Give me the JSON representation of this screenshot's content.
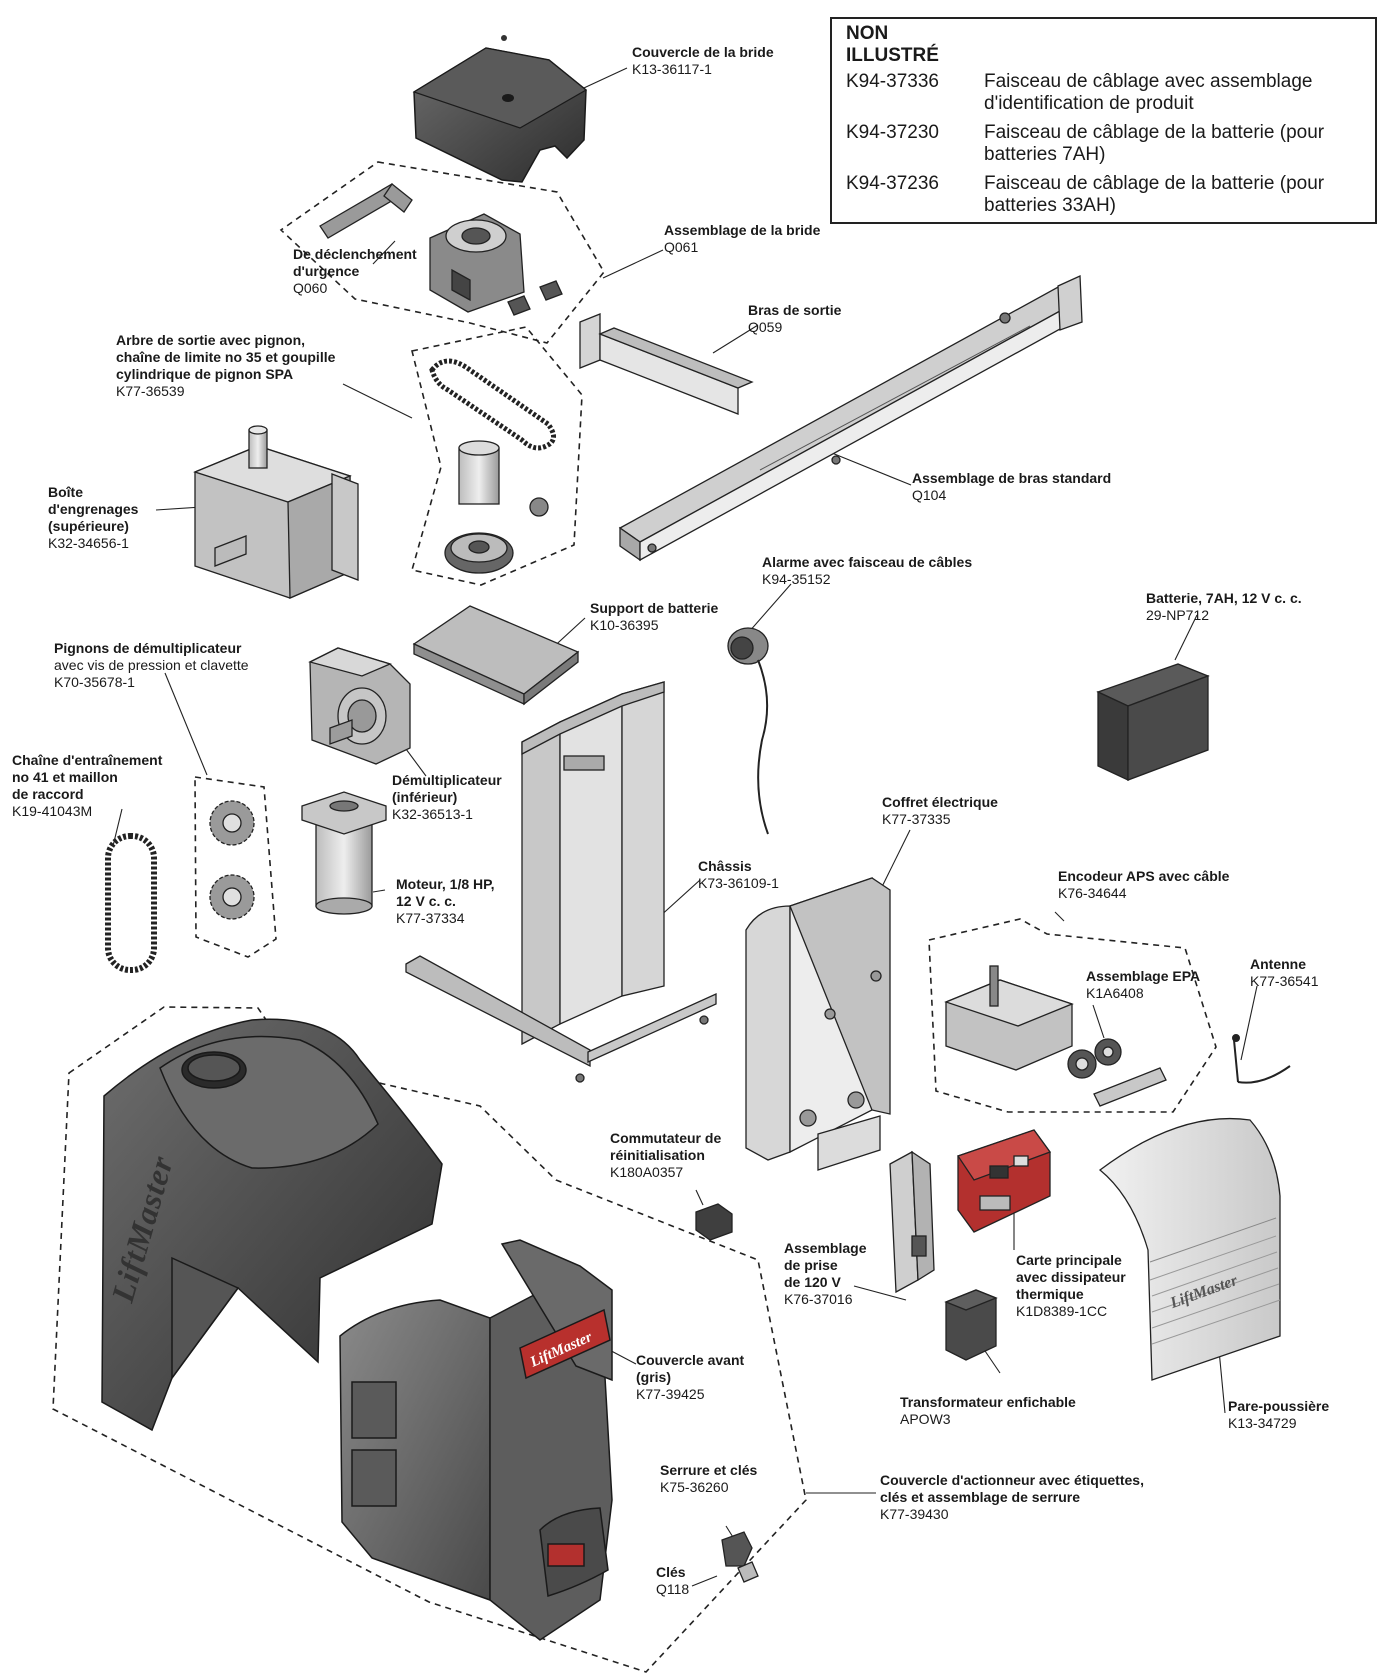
{
  "legend": {
    "title_line1": "NON",
    "title_line2": "ILLUSTRÉ",
    "rows": [
      {
        "code": "K94-37336",
        "desc": "Faisceau de câblage avec assemblage d'identification de produit"
      },
      {
        "code": "K94-37230",
        "desc": "Faisceau de câblage de la batterie (pour batteries 7AH)"
      },
      {
        "code": "K94-37236",
        "desc": "Faisceau de câblage de la batterie (pour batteries 33AH)"
      }
    ]
  },
  "brand": "LiftMaster",
  "parts": {
    "bride_cover": {
      "name": "Couvercle de la bride",
      "part": "K13-36117-1"
    },
    "bride_assembly": {
      "name": "Assemblage de la bride",
      "part": "Q061"
    },
    "emergency_release": {
      "name1": "De déclenchement",
      "name2": "d'urgence",
      "part": "Q060"
    },
    "output_arm": {
      "name": "Bras de sortie",
      "part": "Q059"
    },
    "output_shaft": {
      "name1": "Arbre de sortie avec pignon,",
      "name2": "chaîne de limite no 35 et goupille",
      "name3": "cylindrique de pignon SPA",
      "part": "K77-36539"
    },
    "gearbox_upper": {
      "name1": "Boîte",
      "name2": "d'engrenages",
      "name3": "(supérieure)",
      "part": "K32-34656-1"
    },
    "standard_arm": {
      "name": "Assemblage de bras standard",
      "part": "Q104"
    },
    "alarm": {
      "name": "Alarme avec faisceau de câbles",
      "part": "K94-35152"
    },
    "battery_support": {
      "name": "Support de batterie",
      "part": "K10-36395"
    },
    "battery": {
      "name": "Batterie, 7AH, 12 V c. c.",
      "part": "29-NP712"
    },
    "reducer_sprockets": {
      "name": "Pignons de démultiplicateur",
      "desc": "avec vis de pression et clavette",
      "part": "K70-35678-1"
    },
    "reducer_lower": {
      "name1": "Démultiplicateur",
      "name2": "(inférieur)",
      "part": "K32-36513-1"
    },
    "drive_chain": {
      "name1": "Chaîne d'entraînement",
      "name2": "no 41 et maillon",
      "name3": "de raccord",
      "part": "K19-41043M"
    },
    "motor": {
      "name1": "Moteur, 1/8 HP,",
      "name2": "12 V c. c.",
      "part": "K77-37334"
    },
    "chassis": {
      "name": "Châssis",
      "part": "K73-36109-1"
    },
    "control_box": {
      "name": "Coffret électrique",
      "part": "K77-37335"
    },
    "aps_encoder": {
      "name": "Encodeur APS avec câble",
      "part": "K76-34644"
    },
    "epa_assembly": {
      "name": "Assemblage EPA",
      "part": "K1A6408"
    },
    "antenna": {
      "name": "Antenne",
      "part": "K77-36541"
    },
    "reset_switch": {
      "name1": "Commutateur de",
      "name2": "réinitialisation",
      "part": "K180A0357"
    },
    "outlet_assembly": {
      "name1": "Assemblage",
      "name2": "de prise",
      "name3": "de 120 V",
      "part": "K76-37016"
    },
    "main_board": {
      "name1": "Carte principale",
      "name2": "avec dissipateur",
      "name3": "thermique",
      "part": "K1D8389-1CC"
    },
    "plug_transformer": {
      "name": "Transformateur enfichable",
      "part": "APOW3"
    },
    "dust_shield": {
      "name": "Pare-poussière",
      "part": "K13-34729"
    },
    "front_cover": {
      "name1": "Couvercle avant",
      "name2": "(gris)",
      "part": "K77-39425"
    },
    "lock_keys": {
      "name": "Serrure et clés",
      "part": "K75-36260"
    },
    "keys": {
      "name": "Clés",
      "part": "Q118"
    },
    "operator_cover": {
      "name1": "Couvercle d'actionneur avec étiquettes,",
      "name2": "clés et assemblage de serrure",
      "part": "K77-39430"
    }
  }
}
